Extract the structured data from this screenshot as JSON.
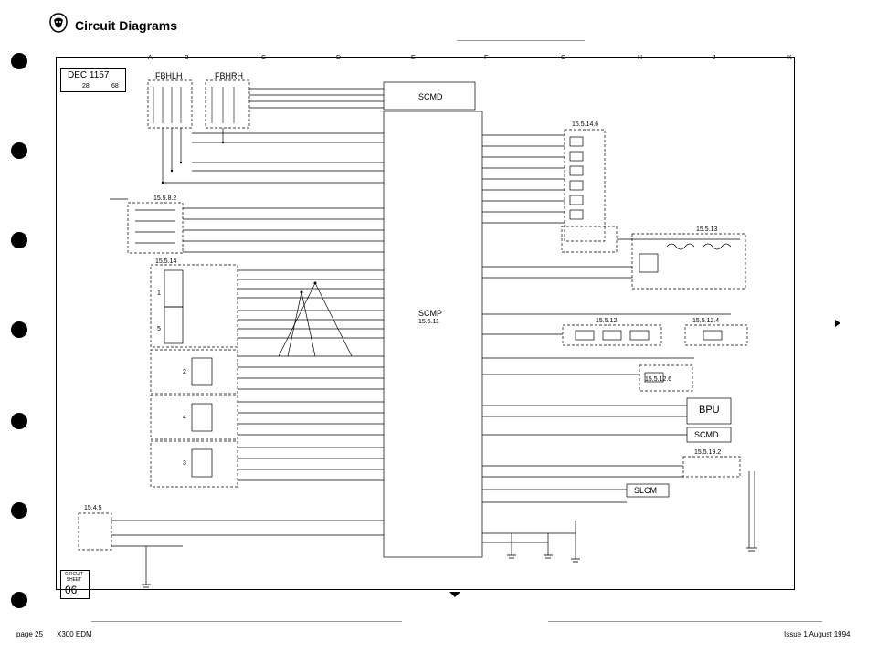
{
  "header": {
    "title": "Circuit Diagrams"
  },
  "grid_letters": [
    "A",
    "B",
    "C",
    "D",
    "E",
    "F",
    "G",
    "H",
    "J",
    "K"
  ],
  "title_block": {
    "date": "DEC 1157",
    "sheet_ref": "28",
    "sheet_total": "68"
  },
  "fuse_boxes": {
    "left": "FBHLH",
    "right": "FBHRH"
  },
  "components": {
    "scmd_top": "SCMD",
    "scmp": "SCMP",
    "scmp_ref": "15.5.11",
    "bpu": "BPU",
    "scmd_right": "SCMD",
    "slcm": "SLCM"
  },
  "refs": {
    "r15_5_14_6": "15.5.14.6",
    "r15_5_8_2": "15.5.8.2",
    "r15_5_14": "15.5.14",
    "r15_5_13": "15.5.13",
    "r15_5_12": "15.5.12",
    "r15_5_12_4": "15.5.12.4",
    "r15_5_12_6": "15.5.12.6",
    "r15_5_19_2": "15.5.19.2",
    "r15_4_5": "15.4.5"
  },
  "switch_numbers": [
    "1",
    "2",
    "3",
    "4",
    "5"
  ],
  "circuit_sheet": {
    "label": "CIRCUIT SHEET",
    "number": "06"
  },
  "footer": {
    "page": "page 25",
    "doc": "X300 EDM",
    "issue": "Issue 1 August 1994"
  }
}
